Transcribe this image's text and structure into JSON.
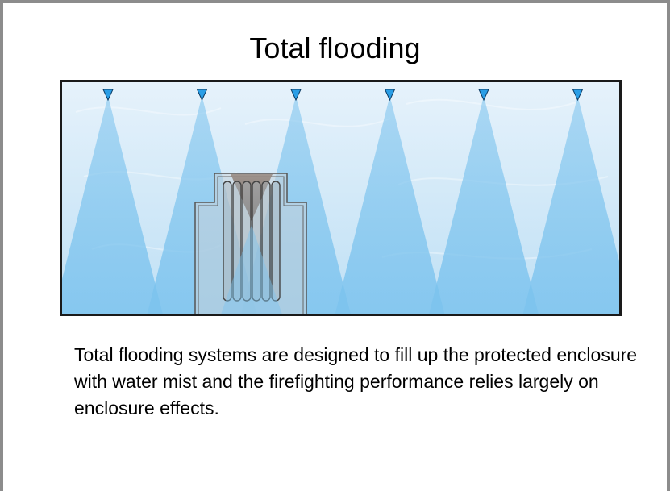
{
  "slide": {
    "title": "Total flooding",
    "caption": "Total flooding systems are designed to fill up the protected enclosure with water mist and the firefighting performance relies largely on enclosure effects."
  },
  "diagram": {
    "nozzle_count": 6,
    "colors": {
      "enclosure_border": "#1a1a1a",
      "background_mist": "#d8ebf8",
      "spray_cone": "#8ecbf0",
      "nozzle": "#2a9ee6",
      "equipment_outline": "#555555",
      "equipment_body": "#bfc6cc",
      "equipment_top": "#8a7f79"
    },
    "icons": [
      "nozzle-icon",
      "equipment-icon"
    ]
  }
}
